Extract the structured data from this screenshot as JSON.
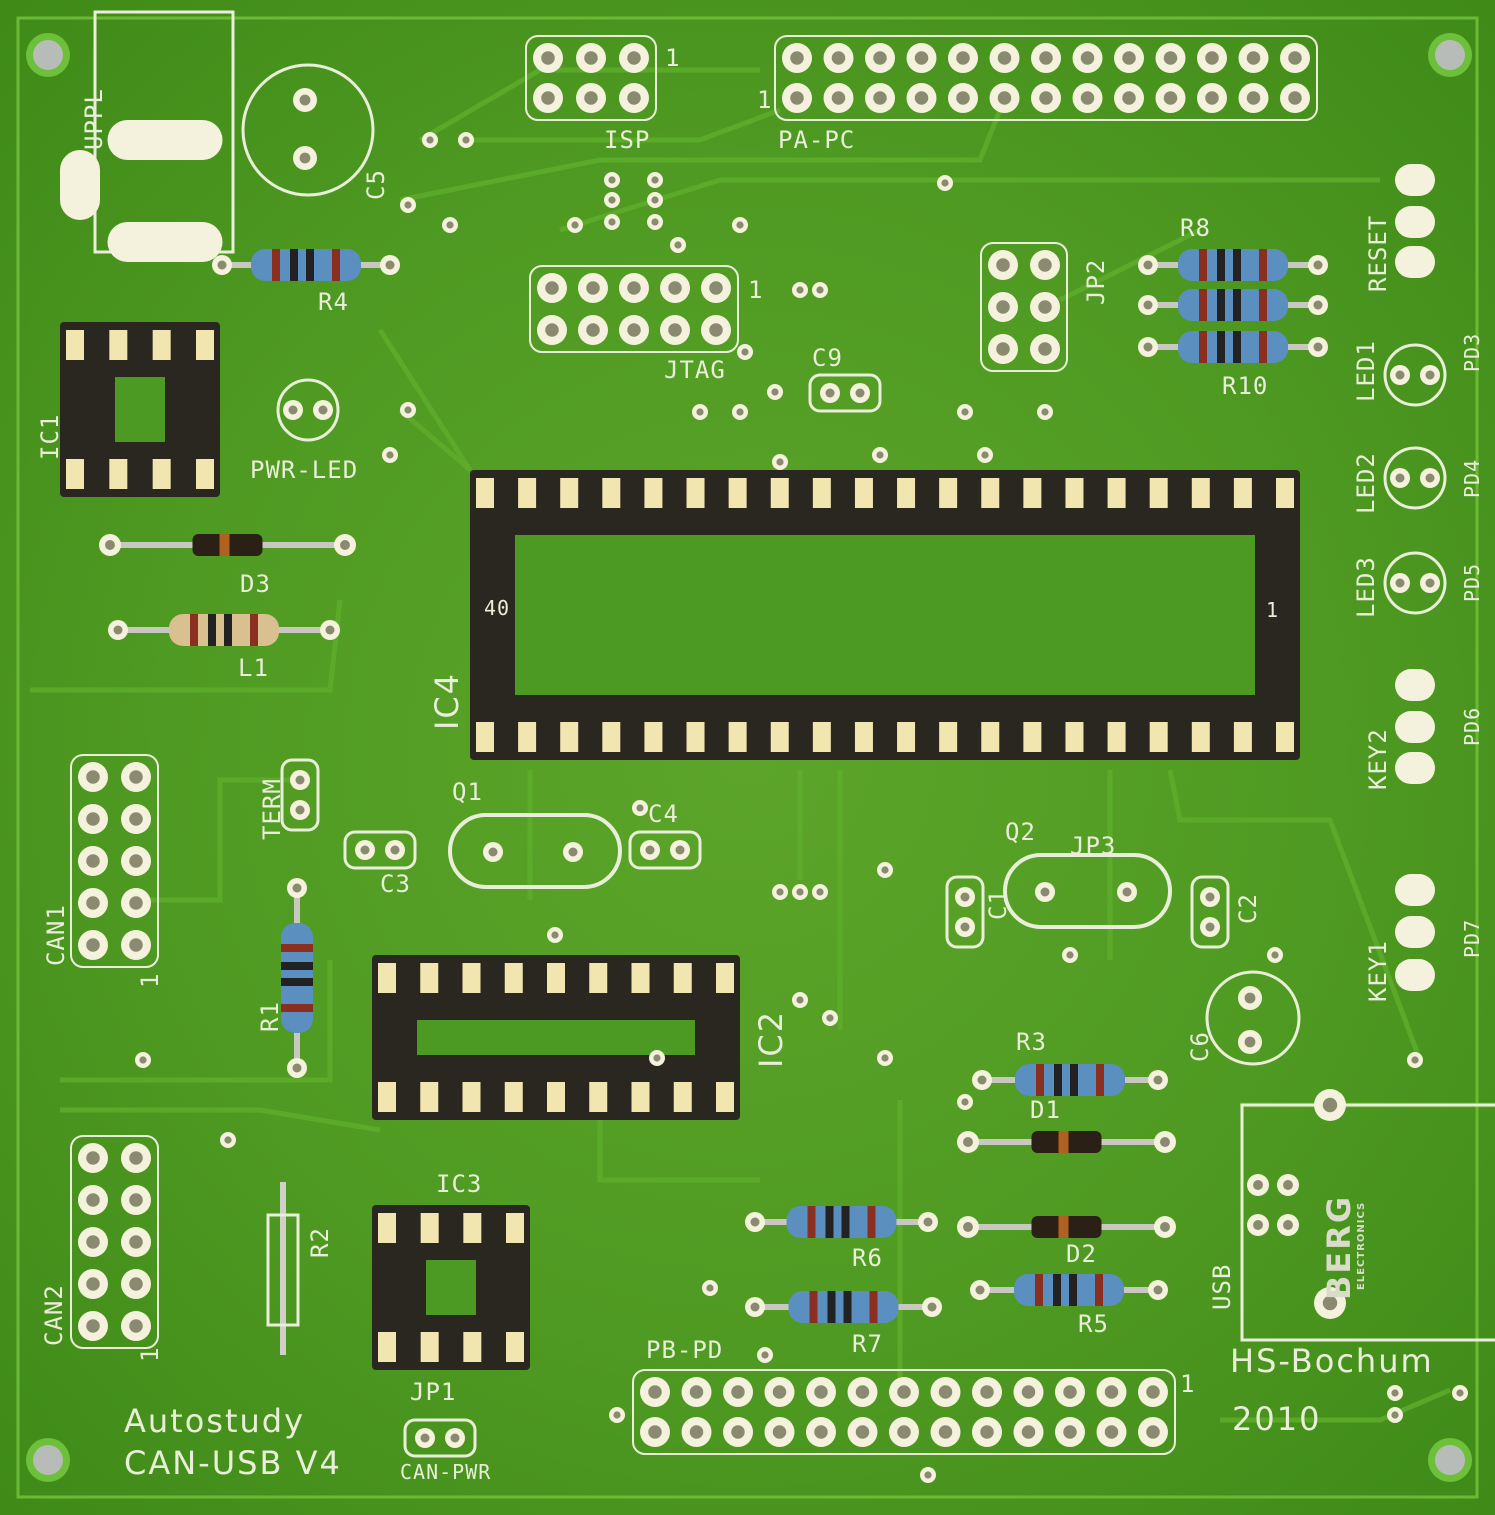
{
  "board": {
    "title_line1": "Autostudy",
    "title_line2": "CAN-USB V4",
    "maker": "HS-Bochum",
    "year": "2010",
    "usb_brand": "BERG",
    "usb_brand_sub": "ELECTRONICS",
    "supply_label": "UPPL"
  },
  "labels": {
    "isp": "ISP",
    "pa_pc": "PA-PC",
    "jtag": "JTAG",
    "pb_pd": "PB-PD",
    "jp1": "JP1",
    "jp2": "JP2",
    "jp3": "JP3",
    "can_pwr": "CAN-PWR",
    "can1": "CAN1",
    "can2": "CAN2",
    "term": "TERM",
    "pwr_led": "PWR-LED",
    "ic1": "IC1",
    "ic2": "IC2",
    "ic3": "IC3",
    "ic4": "IC4",
    "r1": "R1",
    "r2": "R2",
    "r3": "R3",
    "r4": "R4",
    "r5": "R5",
    "r6": "R6",
    "r7": "R7",
    "r8": "R8",
    "r10": "R10",
    "c1": "C1",
    "c2": "C2",
    "c3": "C3",
    "c4": "C4",
    "c5": "C5",
    "c6": "C6",
    "c9": "C9",
    "d1": "D1",
    "d2": "D2",
    "d3": "D3",
    "l1": "L1",
    "q1": "Q1",
    "q2": "Q2",
    "reset": "RESET",
    "led1": "LED1",
    "led2": "LED2",
    "led3": "LED3",
    "key1": "KEY1",
    "key2": "KEY2",
    "usb": "USB",
    "pd3": "PD3",
    "pd4": "PD4",
    "pd5": "PD5",
    "pd6": "PD6",
    "pd7": "PD7",
    "pin1": "1",
    "ic4_pin40": "40",
    "ic4_pin1": "1"
  },
  "colors": {
    "pcb": "#4f9a22",
    "silk": "#e9eed8",
    "pad": "#f4f1dc",
    "socket": "#2a2620",
    "resistor": "#5b8fc0"
  }
}
